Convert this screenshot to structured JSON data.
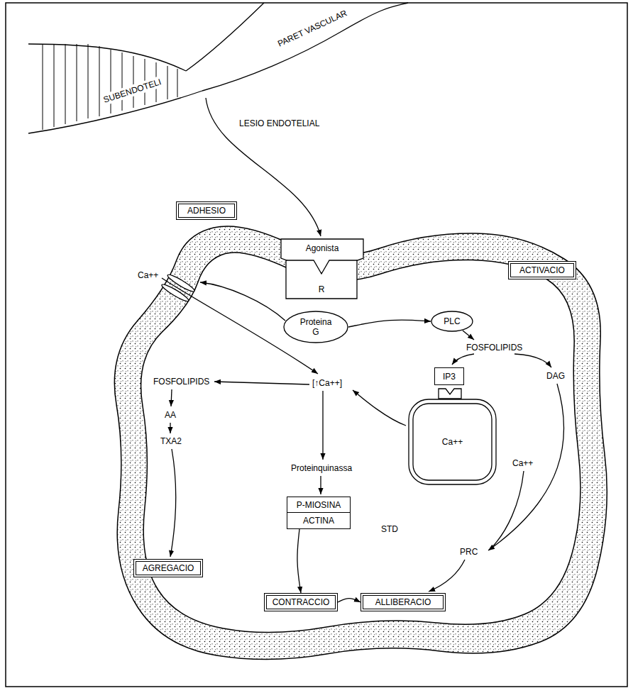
{
  "diagram": {
    "nodes": [
      {
        "text": [
          "ADHESIO"
        ]
      },
      {
        "text": [
          "Agonista"
        ]
      },
      {
        "text": [
          "R"
        ]
      },
      {
        "text": [
          "ACTIVACIO"
        ]
      },
      {
        "text": [
          "Proteina G"
        ]
      },
      {
        "text": [
          "PLC"
        ]
      },
      {
        "text": [
          "IP3"
        ]
      },
      {
        "text": [
          "Ca++"
        ]
      },
      {
        "text": [
          "P-MIOSINA"
        ]
      },
      {
        "text": [
          "ACTINA"
        ]
      },
      {
        "text": [
          "AGREGACIO"
        ]
      },
      {
        "text": [
          "CONTRACCIO"
        ]
      },
      {
        "text": [
          "ALLIBERACIO"
        ]
      }
    ],
    "edges": [
      {
        "from": 4,
        "to": 5,
        "arrow": "to"
      },
      {
        "from": 9,
        "to": 11,
        "arrow": "to"
      },
      {
        "from": 11,
        "to": 12,
        "arrow": "to"
      }
    ],
    "labels": [
      "PARET VASCULAR",
      "SUBENDOTELI",
      "LESIO ENDOTELIAL",
      "Ca++",
      "FOSFOLIPIDS",
      "DAG",
      "[↑Ca++]",
      "FOSFOLIPIDS",
      "AA",
      "TXA2",
      "Proteinquinassa",
      "STD",
      "Ca++",
      "PRC"
    ]
  }
}
